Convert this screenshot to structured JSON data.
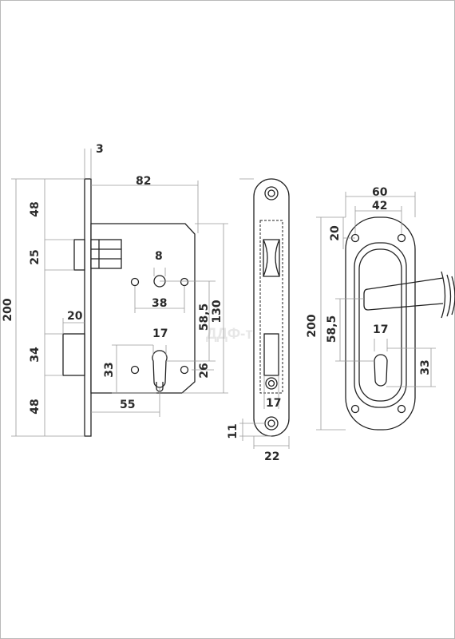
{
  "watermark": {
    "text": "ДДФ-трейд"
  },
  "lock_body_view": {
    "faceplate_thickness": "3",
    "backset_width": "82",
    "top_to_latch": "48",
    "latch_height": "25",
    "overall_height": "200",
    "latch_projection": "20",
    "bolt_height": "34",
    "bottom_margin": "48",
    "spindle_square": "8",
    "spindle_to_cylinder_offset": "38",
    "spindle_to_cylinder": "58,5",
    "case_height": "130",
    "cylinder_width": "17",
    "cylinder_height": "33",
    "cylinder_to_bottom": "26",
    "backset": "55"
  },
  "strike_plate_view": {
    "bottom_offset": "11",
    "plate_width": "22",
    "slot_width": "17"
  },
  "escutcheon_view": {
    "outer_width": "60",
    "hole_spacing": "42",
    "top_offset": "20",
    "overall_height": "200",
    "spindle_to_cylinder": "58,5",
    "cylinder_width": "17",
    "cylinder_height": "33"
  }
}
